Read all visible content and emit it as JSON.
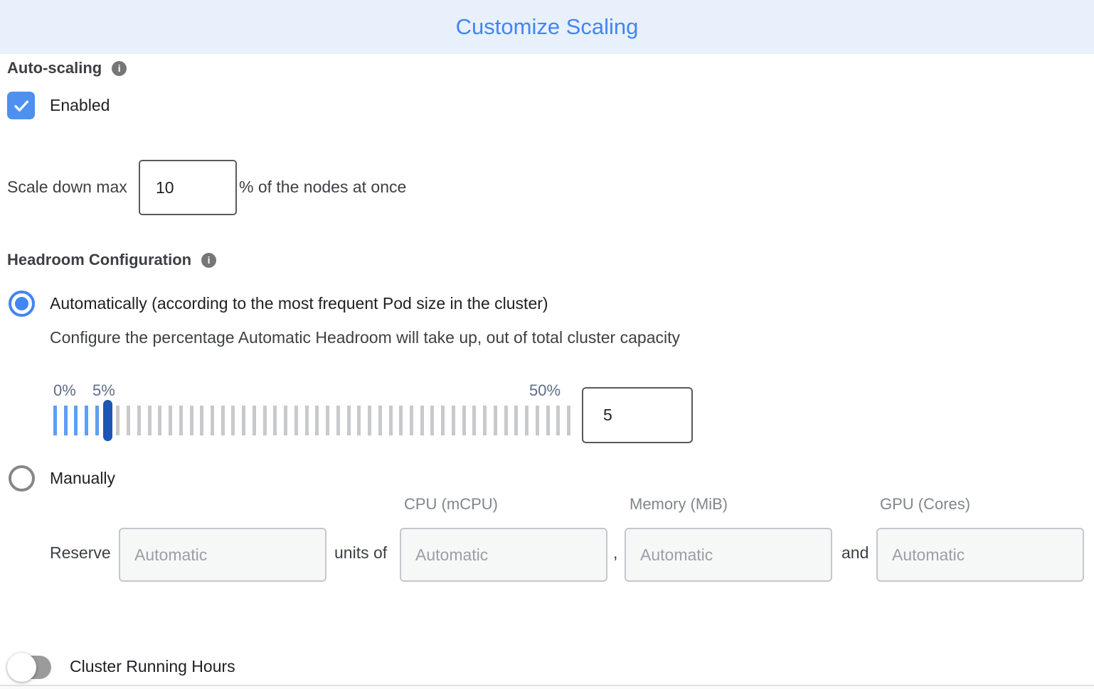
{
  "header": {
    "title": "Customize Scaling"
  },
  "auto_scaling": {
    "label": "Auto-scaling",
    "checkbox_label": "Enabled",
    "checked": true
  },
  "scale_down": {
    "label": "Scale down max",
    "value": "10",
    "suffix": "% of the nodes at once"
  },
  "headroom": {
    "label": "Headroom Configuration",
    "auto_option": "Automatically (according to the most frequent Pod size in the cluster)",
    "auto_description": "Configure the percentage Automatic Headroom will take up, out of total cluster capacity",
    "manual_option": "Manually",
    "slider": {
      "min_label": "0%",
      "current_label": "5%",
      "max_label": "50%",
      "value": "5",
      "tick_count": 50,
      "active_ticks": 6,
      "handle_index": 5
    }
  },
  "reserve": {
    "label": "Reserve",
    "units_of": "units of",
    "comma": ",",
    "and": "and",
    "columns": [
      "CPU (mCPU)",
      "Memory (MiB)",
      "GPU (Cores)"
    ],
    "placeholders": {
      "units": "Automatic",
      "cpu": "Automatic",
      "memory": "Automatic",
      "gpu": "Automatic"
    }
  },
  "cluster_running_hours": {
    "label": "Cluster Running Hours",
    "enabled": false
  },
  "colors": {
    "accent": "#4285f4",
    "header_bg": "#e8f0fc",
    "checkbox_blue": "#4d90f0",
    "tick_active": "#5f9df6",
    "tick_inactive": "#c8c9cc",
    "handle": "#1d56b4"
  }
}
